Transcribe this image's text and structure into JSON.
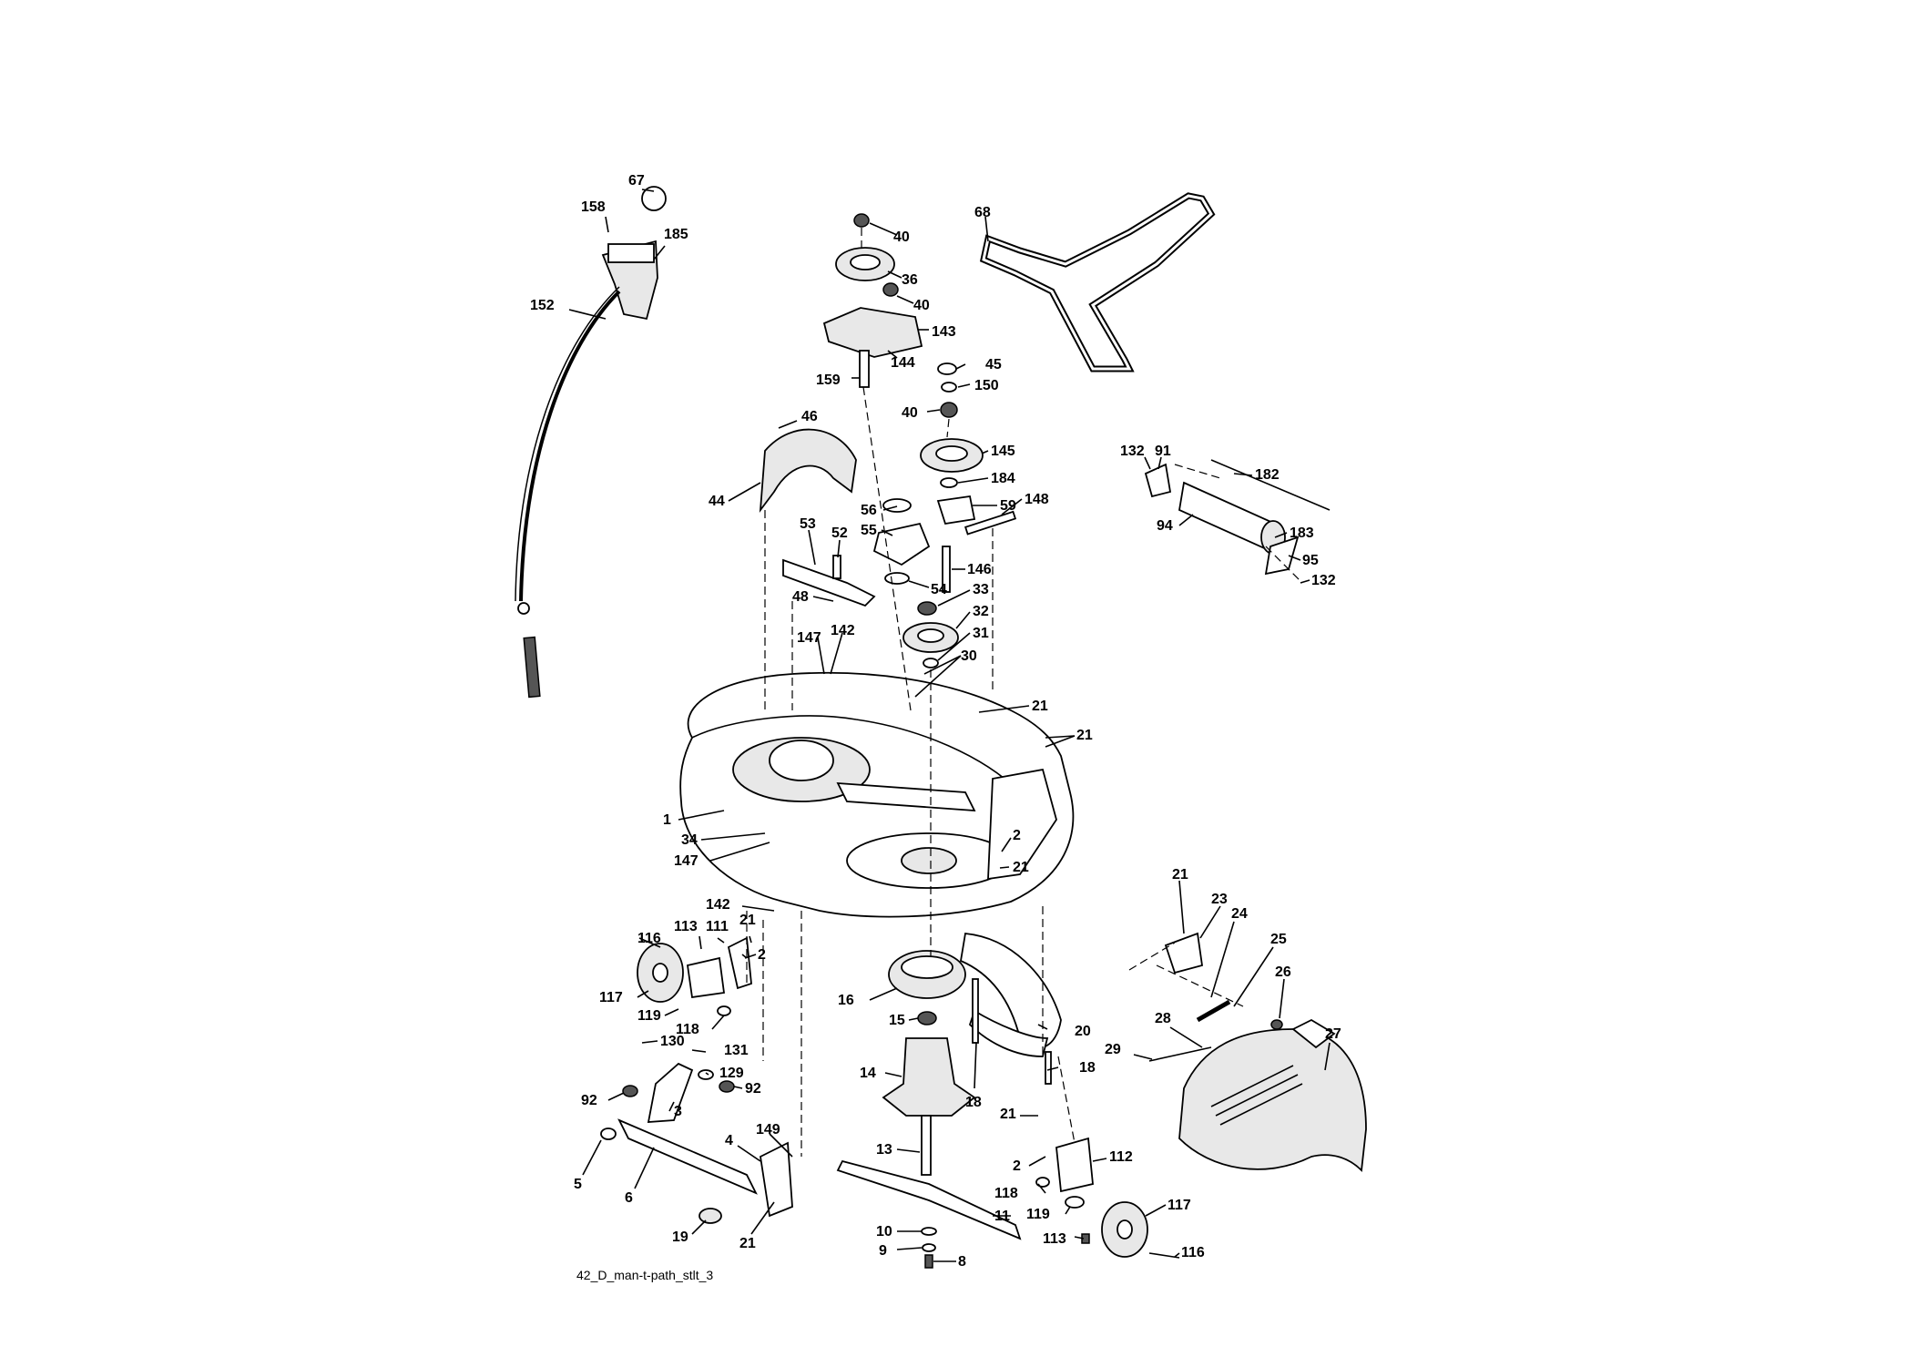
{
  "drawing_code": "42_D_man-t-path_stlt_3",
  "callouts": [
    "67",
    "158",
    "185",
    "152",
    "40",
    "36",
    "40",
    "143",
    "144",
    "159",
    "68",
    "45",
    "150",
    "40",
    "145",
    "46",
    "44",
    "184",
    "59",
    "148",
    "56",
    "55",
    "53",
    "52",
    "146",
    "54",
    "33",
    "48",
    "32",
    "31",
    "147",
    "142",
    "30",
    "21",
    "21",
    "132",
    "91",
    "182",
    "94",
    "183",
    "95",
    "132",
    "1",
    "34",
    "147",
    "2",
    "21",
    "142",
    "21",
    "113",
    "111",
    "116",
    "2",
    "117",
    "119",
    "118",
    "16",
    "15",
    "20",
    "14",
    "18",
    "18",
    "130",
    "131",
    "129",
    "92",
    "92",
    "3",
    "149",
    "4",
    "5",
    "6",
    "19",
    "21",
    "13",
    "21",
    "2",
    "112",
    "118",
    "119",
    "117",
    "113",
    "116",
    "11",
    "10",
    "9",
    "8",
    "21",
    "23",
    "24",
    "25",
    "26",
    "28",
    "29",
    "27"
  ]
}
